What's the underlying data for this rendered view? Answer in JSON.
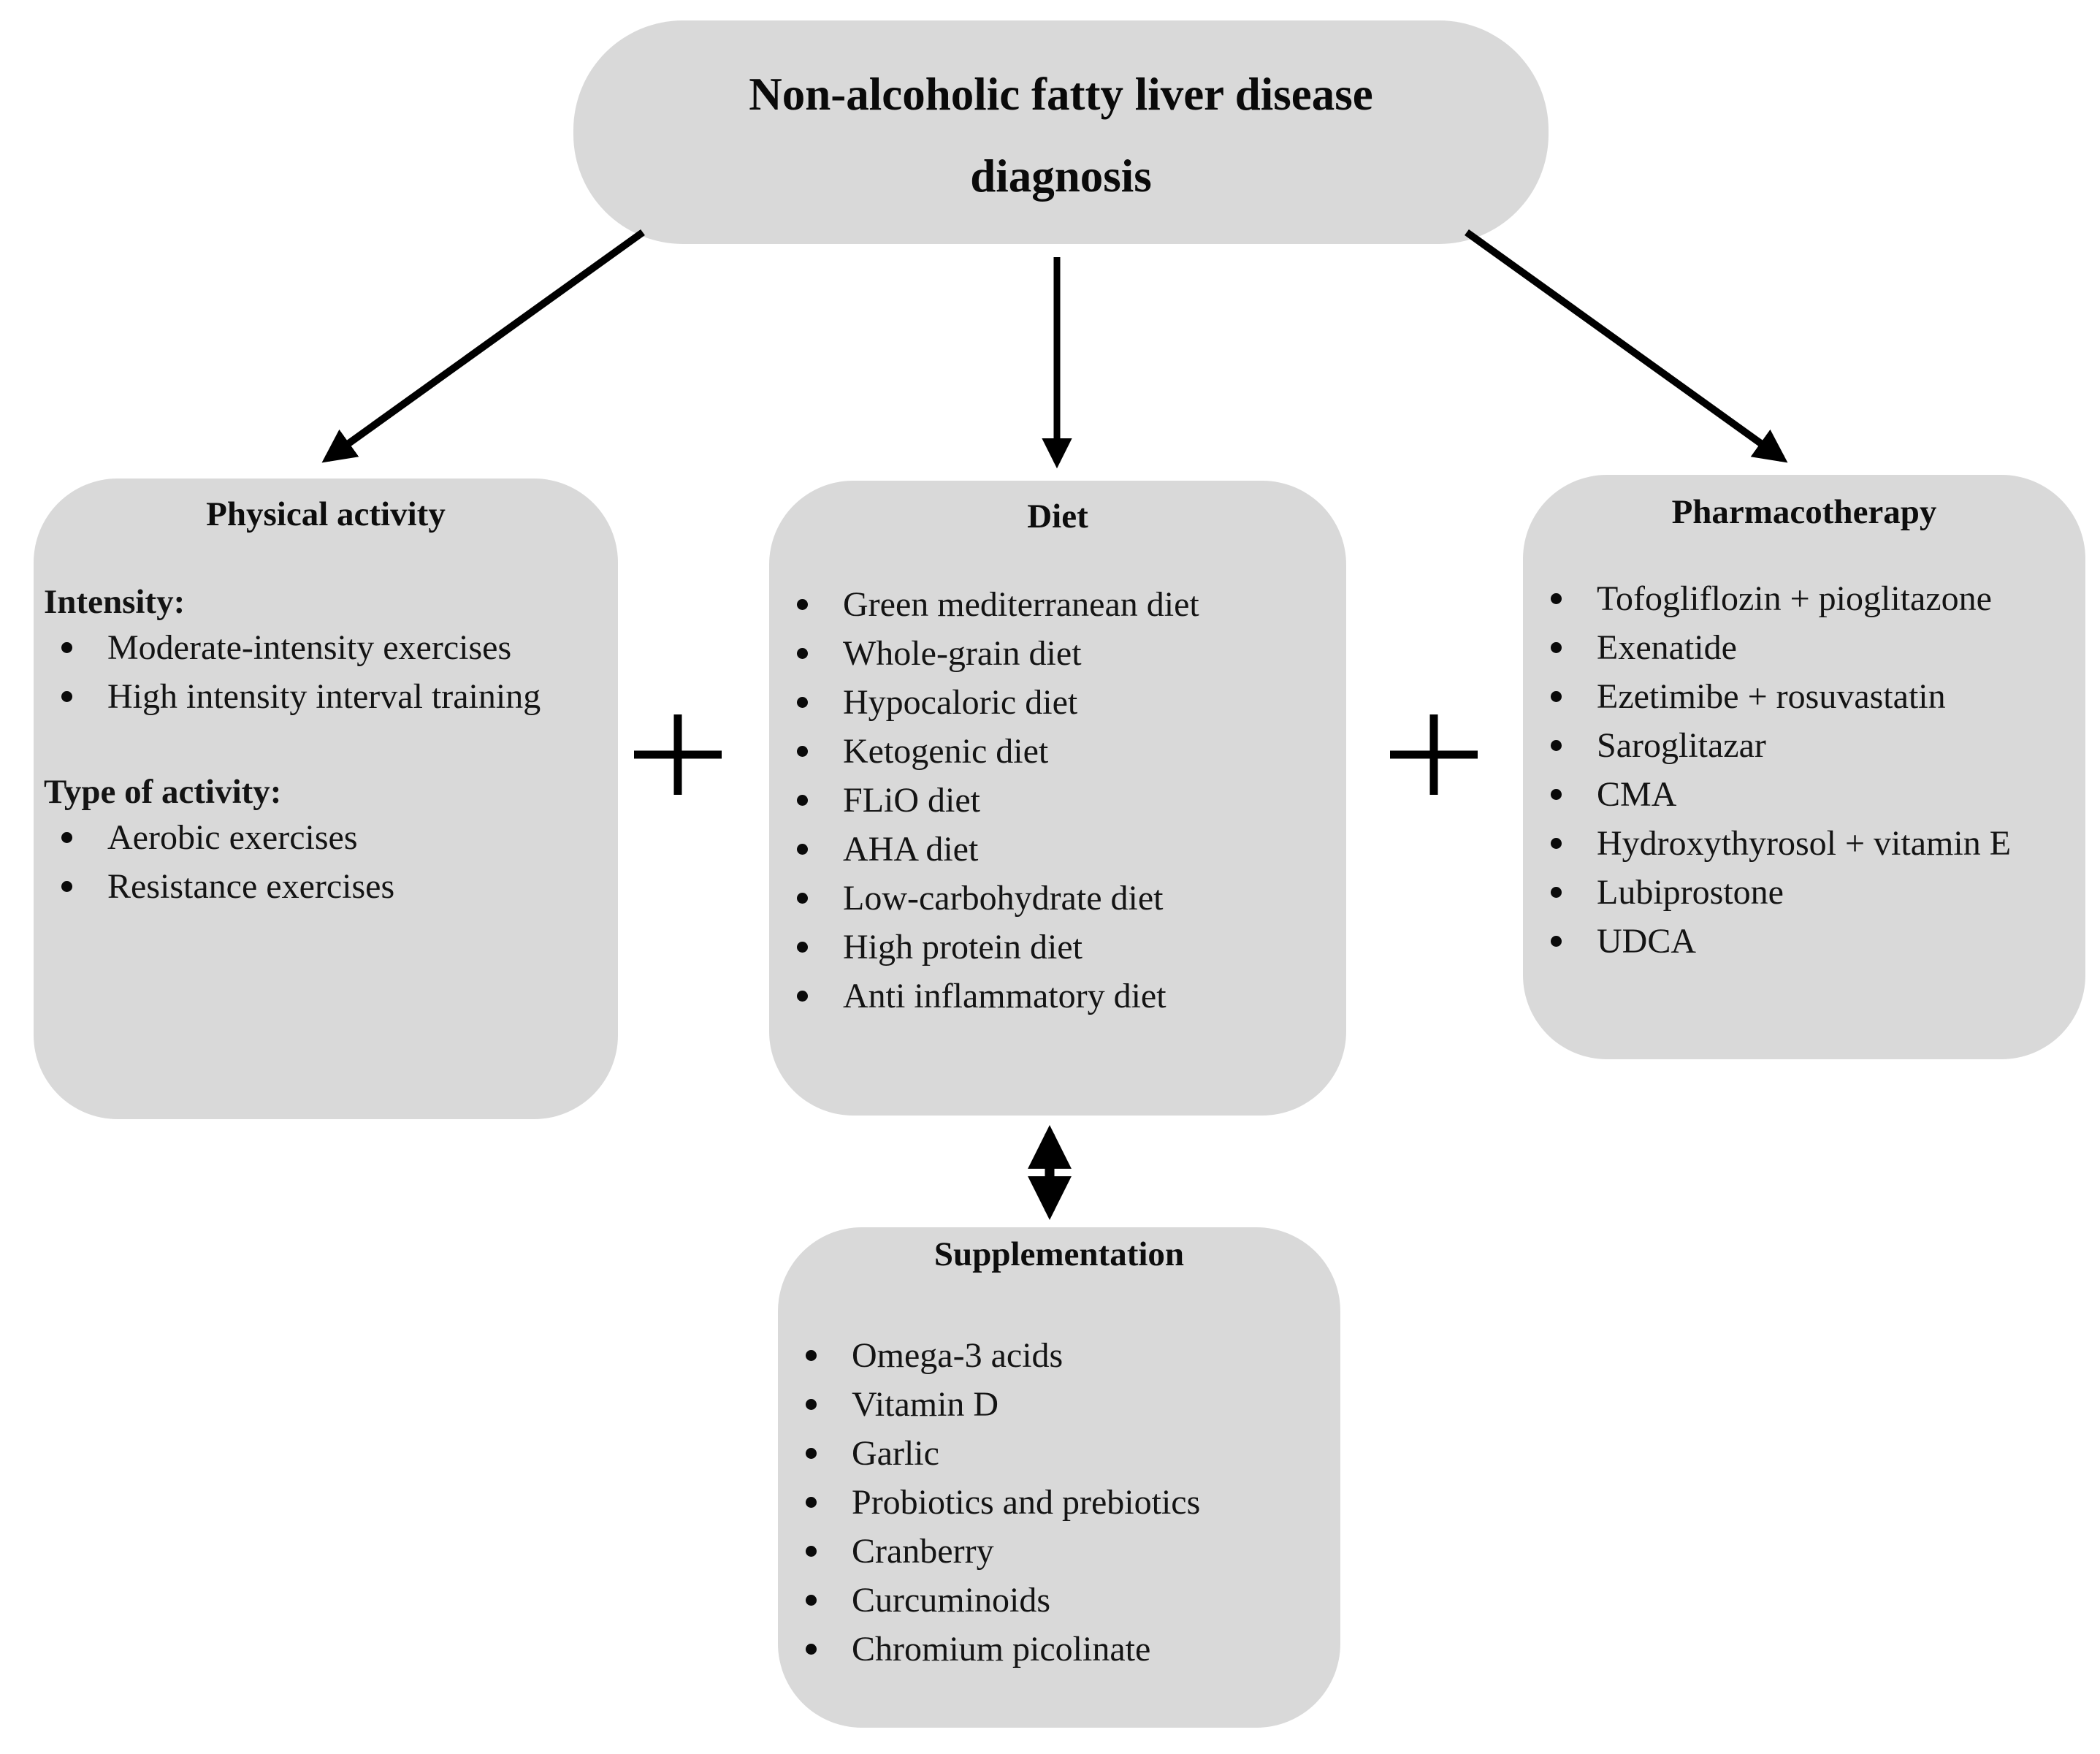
{
  "figure": {
    "type": "flow-diagram",
    "title": {
      "line1": "Non-alcoholic fatty liver disease",
      "line2": "diagnosis"
    }
  },
  "boxes": {
    "physical_activity": {
      "heading": "Physical activity",
      "sections": [
        {
          "label": "Intensity:",
          "items": [
            "Moderate-intensity exercises",
            "High intensity interval training"
          ]
        },
        {
          "label": "Type of activity:",
          "items": [
            "Aerobic exercises",
            "Resistance exercises"
          ]
        }
      ]
    },
    "diet": {
      "heading": "Diet",
      "items": [
        "Green mediterranean diet",
        "Whole-grain diet",
        "Hypocaloric diet",
        "Ketogenic diet",
        "FLiO diet",
        "AHA diet",
        "Low-carbohydrate diet",
        "High protein diet",
        "Anti inflammatory diet"
      ]
    },
    "pharmacotherapy": {
      "heading": "Pharmacotherapy",
      "items": [
        "Tofogliflozin + pioglitazone",
        "Exenatide",
        "Ezetimibe + rosuvastatin",
        "Saroglitazar",
        "CMA",
        "Hydroxythyrosol + vitamin E",
        "Lubiprostone",
        "UDCA"
      ]
    },
    "supplementation": {
      "heading": "Supplementation",
      "items": [
        "Omega-3 acids",
        "Vitamin D",
        "Garlic",
        "Probiotics and prebiotics",
        "Cranberry",
        "Curcuminoids",
        "Chromium picolinate"
      ]
    }
  },
  "connectors": [
    {
      "from": "diagnosis",
      "to": "physical_activity",
      "type": "arrow"
    },
    {
      "from": "diagnosis",
      "to": "diet",
      "type": "arrow"
    },
    {
      "from": "diagnosis",
      "to": "pharmacotherapy",
      "type": "arrow"
    },
    {
      "from": "diet",
      "to": "supplementation",
      "type": "double-arrow"
    },
    {
      "between": [
        "physical_activity",
        "diet"
      ],
      "symbol": "+"
    },
    {
      "between": [
        "diet",
        "pharmacotherapy"
      ],
      "symbol": "+"
    }
  ],
  "colors": {
    "node_background": "#d9d9d9",
    "text": "#141414",
    "line": "#000000",
    "page_background": "#ffffff"
  }
}
